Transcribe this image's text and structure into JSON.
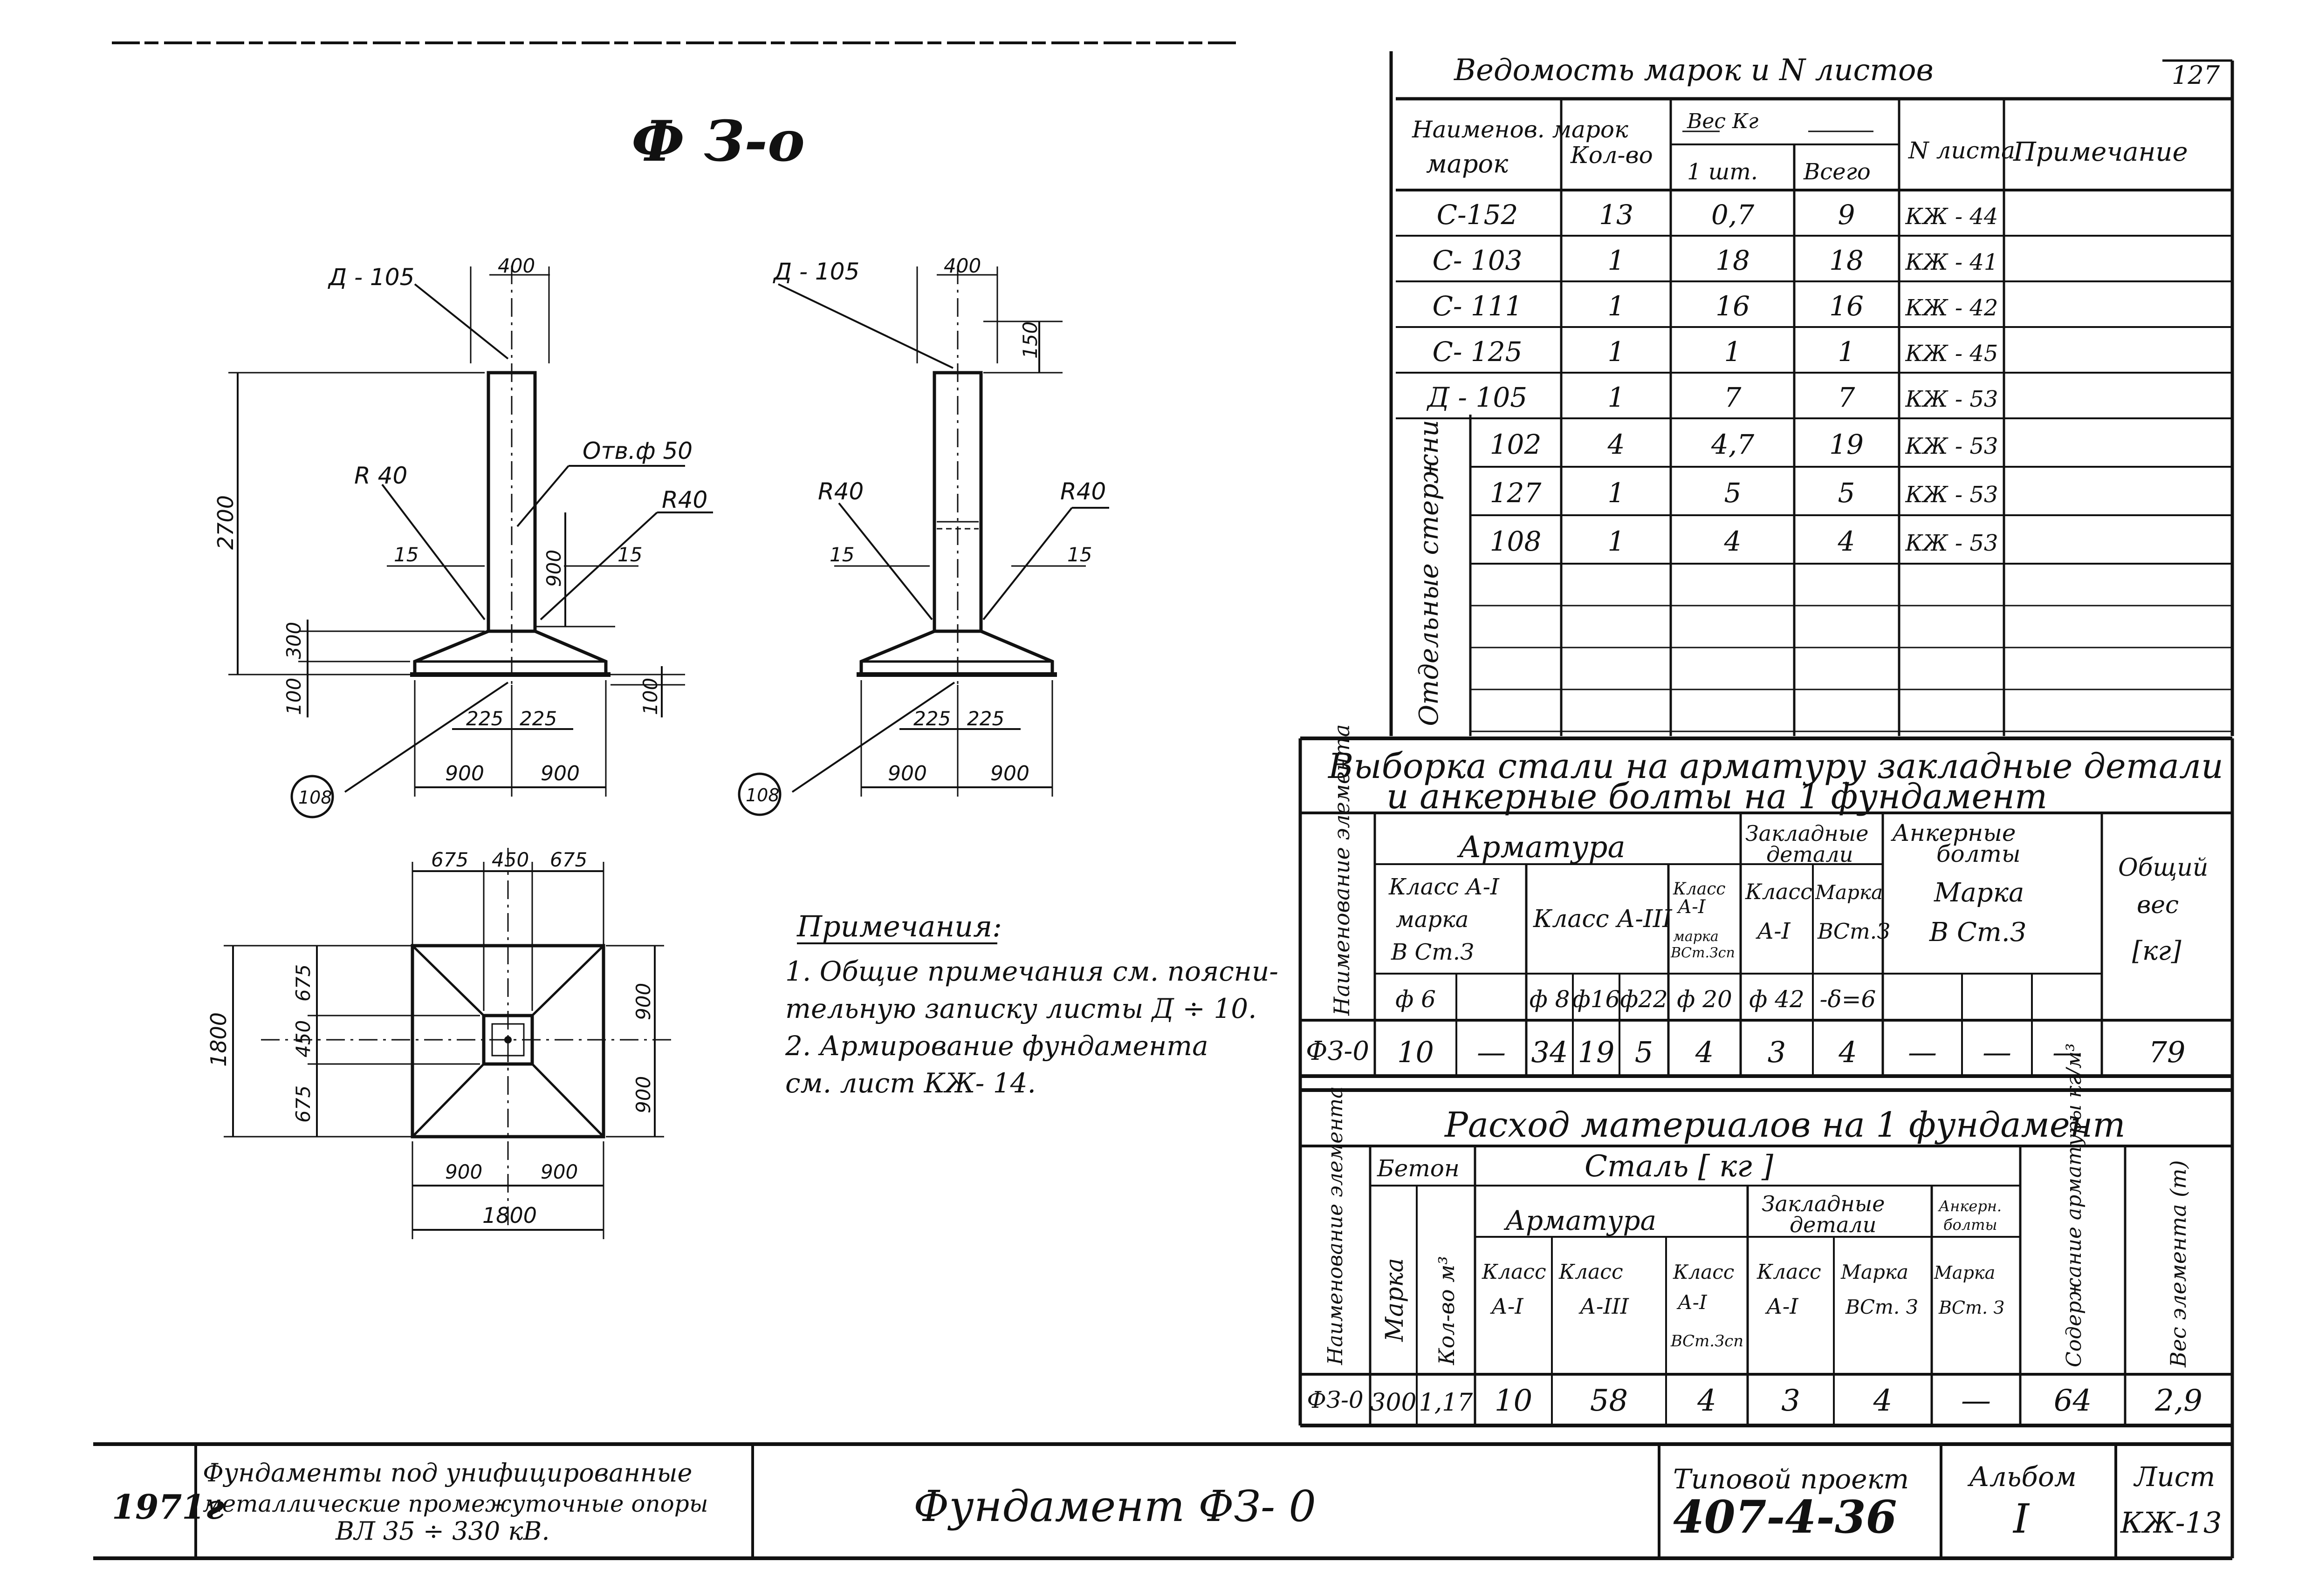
{
  "drawing": {
    "title": "Ф З-о",
    "dims": {
      "d105_left": "Д - 105",
      "w400_left": "400",
      "otv": "Отв.ф 50",
      "r40_a": "R 40",
      "r40_b": "R40",
      "h2700": "2700",
      "d15_a": "15",
      "d15_b": "15",
      "h900": "900",
      "h300": "300",
      "h100_a": "100",
      "h100_b": "100",
      "d225_a": "225",
      "d225_b": "225",
      "d900_a": "900",
      "d900_b": "900",
      "mark108_left": "108",
      "d105_right": "Д - 105",
      "w400_right": "400",
      "h150": "150",
      "r40_c": "R40",
      "r40_d": "R40",
      "d15_c": "15",
      "d15_d": "15",
      "d225_c": "225",
      "d225_d": "225",
      "d900_c": "900",
      "d900_d": "900",
      "mark108_right": "108",
      "p675_a": "675",
      "p450_a": "450",
      "p675_b": "675",
      "p1800_v": "1800",
      "p675_c": "675",
      "p450_b": "450",
      "p675_d": "675",
      "p900_r1": "900",
      "p900_r2": "900",
      "p900_b1": "900",
      "p900_b2": "900",
      "p1800_h": "1800"
    }
  },
  "notes": {
    "heading": "Примечания:",
    "line1": "1. Общие примечания см. поясни-",
    "line2": "тельную записку листы Д ÷ 10.",
    "line3": "2. Армирование фундамента",
    "line4": "см. лист КЖ- 14."
  },
  "sheet_list": {
    "title": "Ведомость марок и N листов",
    "corner": "127",
    "headers": {
      "name": "Наименов. марок",
      "qty": "Кол-во",
      "weight": "Вес Кг",
      "one": "1 шт.",
      "total": "Всего",
      "sheet_no": "N листа",
      "note": "Примечание"
    },
    "rows": [
      {
        "mark": "С-152",
        "qty": "13",
        "one": "0,7",
        "total": "9",
        "sheet": "КЖ - 44"
      },
      {
        "mark": "С- 103",
        "qty": "1",
        "one": "18",
        "total": "18",
        "sheet": "КЖ - 41"
      },
      {
        "mark": "С- 111",
        "qty": "1",
        "one": "16",
        "total": "16",
        "sheet": "КЖ - 42"
      },
      {
        "mark": "С- 125",
        "qty": "1",
        "one": "1",
        "total": "1",
        "sheet": "КЖ - 45"
      },
      {
        "mark": "Д - 105",
        "qty": "1",
        "one": "7",
        "total": "7",
        "sheet": "КЖ - 53"
      }
    ],
    "group_label": "Отдельные стержни",
    "group_rows": [
      {
        "mark": "102",
        "qty": "4",
        "one": "4,7",
        "total": "19",
        "sheet": "КЖ - 53"
      },
      {
        "mark": "127",
        "qty": "1",
        "one": "5",
        "total": "5",
        "sheet": "КЖ - 53"
      },
      {
        "mark": "108",
        "qty": "1",
        "one": "4",
        "total": "4",
        "sheet": "КЖ - 53"
      }
    ]
  },
  "steel_table": {
    "title1": "Выборка стали на арматуру закладные детали",
    "title2": "и анкерные болты на 1 фундамент",
    "h_name": "Наименование элемента",
    "h_arm": "Арматура",
    "h_zd": "Закладные детали",
    "h_ab": "Анкерные болты",
    "h_total": "Общий вес [кг]",
    "h_a1": "Класс А-I марка В Ст.З",
    "h_a3": "Класс А-III",
    "h_a1sp": "Класс А-I марка ВСт.Зсп",
    "h_zd_class": "Класс А-I",
    "h_zd_mark": "Марка ВСт.З",
    "h_ab_mark": "Марка В Ст.З",
    "diam": [
      "ф 6",
      "",
      "ф 8",
      "ф16",
      "ф22",
      "ф 20",
      "ф 42",
      "-δ=6",
      "",
      "",
      ""
    ],
    "row": {
      "name": "ФЗ-0",
      "cells": [
        "10",
        "—",
        "34",
        "19",
        "5",
        "4",
        "3",
        "4",
        "—",
        "—",
        "—",
        "79"
      ]
    }
  },
  "material_table": {
    "title": "Расход материалов на 1 фундамент",
    "h_name": "Наименование элемента",
    "h_beton": "Бетон",
    "h_mark": "Марка",
    "h_qty": "Кол-во м³",
    "h_steel": "Сталь [ кг ]",
    "h_arm": "Арматура",
    "h_zd": "Закладные детали",
    "h_ab": "Анкерн. болты",
    "h_c1": "Класс А-I",
    "h_c2": "Класс А-III",
    "h_c3": "Класс А-I ВСт.Зсп",
    "h_c4": "Класс А-I",
    "h_c5": "Марка ВСт. З",
    "h_c6": "Марка ВСт. З",
    "h_content": "Содержание арматуры кг/м³",
    "h_weight": "Вес элемента (т)",
    "row": {
      "name": "ФЗ-0",
      "cells": [
        "300",
        "1,17",
        "10",
        "58",
        "4",
        "3",
        "4",
        "—",
        "64",
        "2,9"
      ]
    }
  },
  "title_block": {
    "year": "1971г",
    "desc1": "Фундаменты под унифицированные",
    "desc2": "металлические промежуточные опоры",
    "desc3": "ВЛ  35 ÷ 330 кВ.",
    "name": "Фундамент   ФЗ- 0",
    "project_label": "Типовой проект",
    "project_no": "407-4-36",
    "album_label": "Альбом",
    "album_no": "I",
    "sheet_label": "Лист",
    "sheet_no": "КЖ-13"
  }
}
